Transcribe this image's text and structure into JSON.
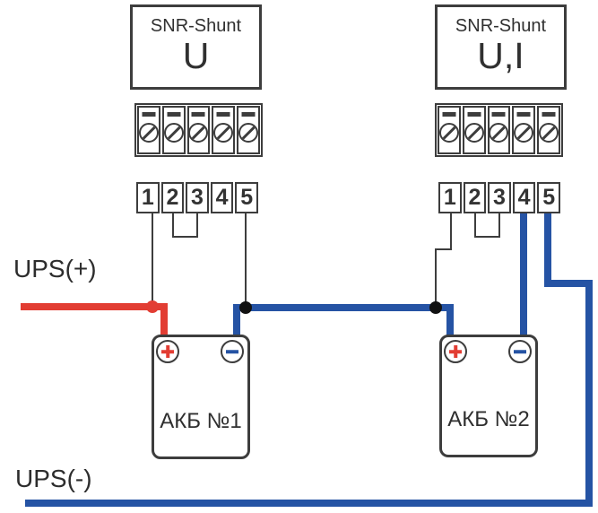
{
  "units": [
    {
      "title": "SNR-Shunt",
      "mode": "U",
      "terminal_labels": [
        "1",
        "2",
        "3",
        "4",
        "5"
      ],
      "screw_terminals": 5,
      "jumper": "terminals 2-3 jumpered"
    },
    {
      "title": "SNR-Shunt",
      "mode": "U,I",
      "terminal_labels": [
        "1",
        "2",
        "3",
        "4",
        "5"
      ],
      "screw_terminals": 5,
      "jumper": "terminals 2-3 jumpered"
    }
  ],
  "batteries": [
    {
      "label": "АКБ №1"
    },
    {
      "label": "АКБ №2"
    }
  ],
  "labels": {
    "ups_plus": "UPS(+)",
    "ups_minus": "UPS(-)"
  },
  "colors": {
    "positive_wire": "#e23d33",
    "negative_wire": "#2553a4",
    "signal_wire": "#3d3d3d"
  }
}
